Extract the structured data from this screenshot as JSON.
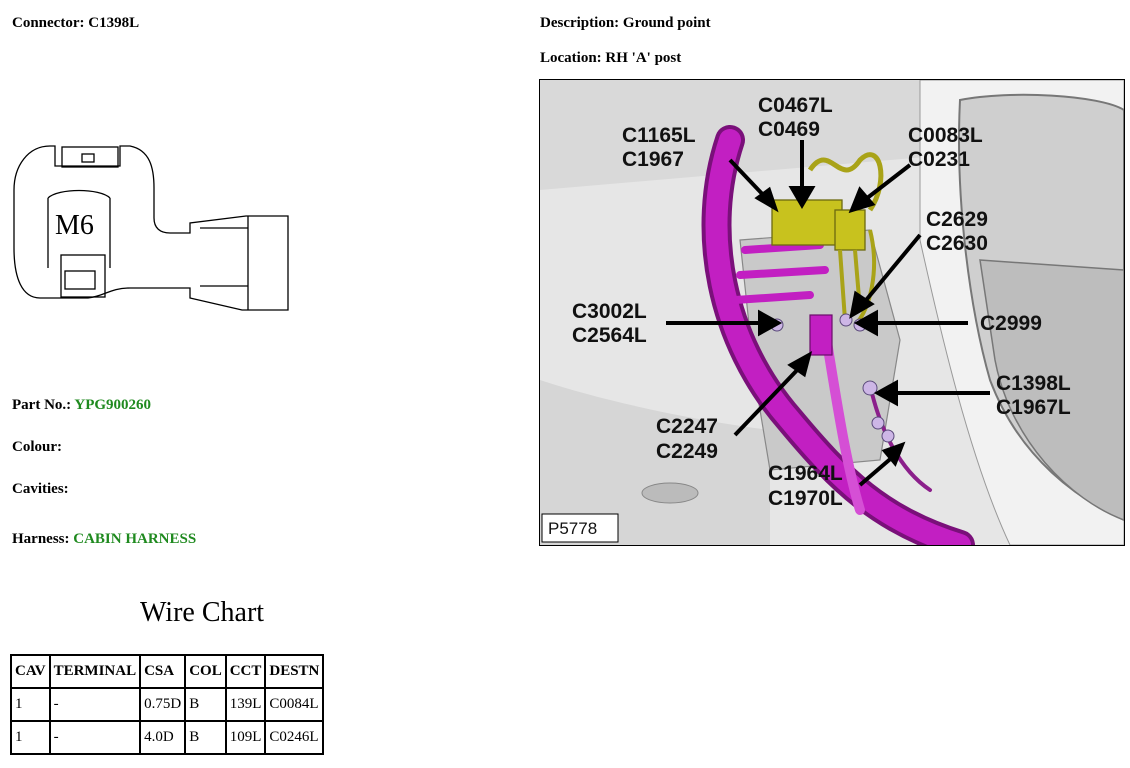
{
  "connector": {
    "label": "Connector:",
    "value": "C1398L"
  },
  "description": {
    "label": "Description:",
    "value": "Ground point"
  },
  "location": {
    "label": "Location:",
    "value": "RH 'A' post"
  },
  "part_no": {
    "label": "Part No.:",
    "value": "YPG900260"
  },
  "colour": {
    "label": "Colour:",
    "value": ""
  },
  "cavities": {
    "label": "Cavities:",
    "value": ""
  },
  "harness": {
    "label": "Harness:",
    "value": "CABIN HARNESS"
  },
  "connector_drawing": {
    "marking": "M6"
  },
  "wire_chart": {
    "title": "Wire Chart",
    "headers": [
      "CAV",
      "TERMINAL",
      "CSA",
      "COL",
      "CCT",
      "DESTN"
    ],
    "rows": [
      [
        "1",
        "-",
        "0.75D",
        "B",
        "139L",
        "C0084L"
      ],
      [
        "1",
        "-",
        "4.0D",
        "B",
        "109L",
        "C0246L"
      ]
    ]
  },
  "photo": {
    "figure_ref": "P5778",
    "callouts": [
      [
        "C0467L",
        "C0469"
      ],
      [
        "C1165L",
        "C1967"
      ],
      [
        "C0083L",
        "C0231"
      ],
      [
        "C2629",
        "C2630"
      ],
      [
        "C3002L",
        "C2564L"
      ],
      [
        "C2999"
      ],
      [
        "C1398L",
        "C1967L"
      ],
      [
        "C2247",
        "C2249"
      ],
      [
        "C1964L",
        "C1970L"
      ]
    ]
  },
  "colors": {
    "value_green": "#1f8a1f",
    "harness_magenta": "#c21fc2",
    "connector_yellow": "#c8c21e"
  }
}
